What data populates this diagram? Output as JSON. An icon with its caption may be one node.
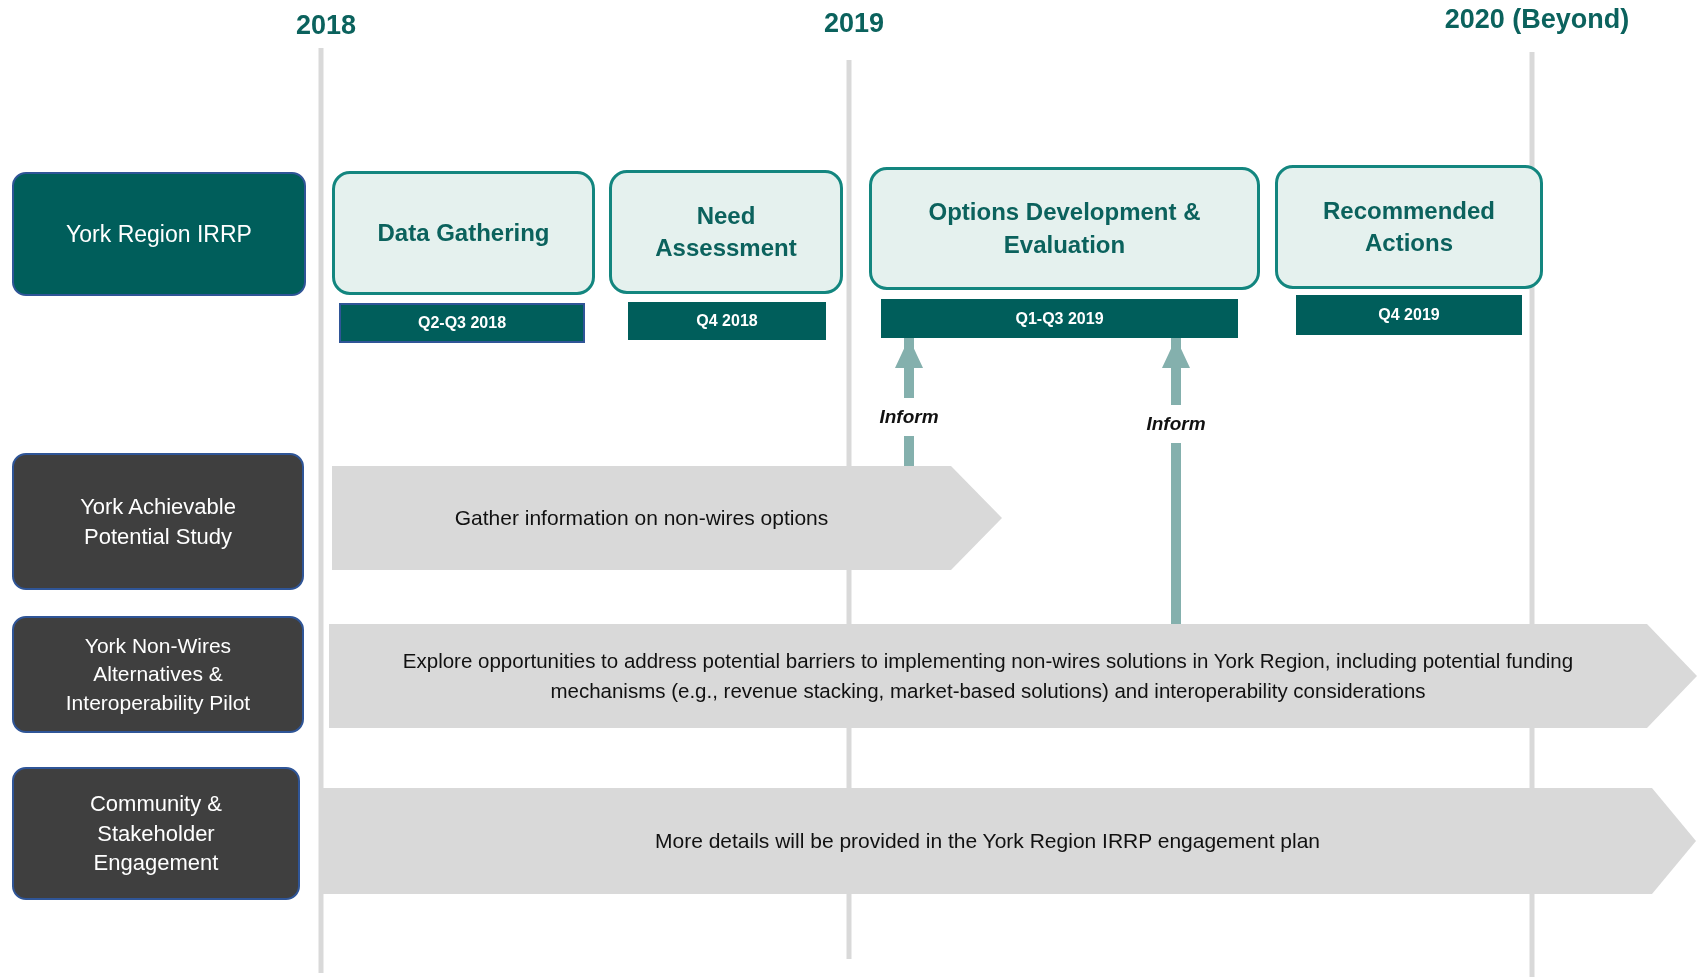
{
  "diagram": {
    "nodes": [
      {
        "text": [
          "York Region IRRP"
        ]
      },
      {
        "text": [
          "Data Gathering"
        ]
      },
      {
        "text": [
          "Q2-Q3 2018"
        ]
      },
      {
        "text": [
          "Need Assessment"
        ]
      },
      {
        "text": [
          "Q4  2018"
        ]
      },
      {
        "text": [
          "Options Development & Evaluation"
        ]
      },
      {
        "text": [
          "Q1-Q3 2019"
        ]
      },
      {
        "text": [
          "Recommended Actions"
        ]
      },
      {
        "text": [
          "Q4 2019"
        ]
      },
      {
        "text": [
          "York Achievable Potential Study"
        ]
      },
      {
        "text": [
          "Gather information on non-wires options"
        ]
      },
      {
        "text": [
          "York Non-Wires Alternatives & Interoperability Pilot"
        ]
      },
      {
        "text": [
          "Explore opportunities to address potential barriers to implementing non-wires solutions in York Region, including potential funding mechanisms (e.g., revenue stacking, market-based solutions) and interoperability considerations"
        ]
      },
      {
        "text": [
          "Community & Stakeholder Engagement"
        ]
      },
      {
        "text": [
          "More details will be provided in the York Region IRRP engagement plan"
        ]
      }
    ],
    "edges": [
      {
        "from": 10,
        "to": 6,
        "arrow": "to",
        "label": "Inform"
      },
      {
        "from": 12,
        "to": 6,
        "arrow": "to",
        "label": "Inform"
      }
    ],
    "labels": [
      "2018",
      "2019",
      "2020 (Beyond)"
    ]
  }
}
